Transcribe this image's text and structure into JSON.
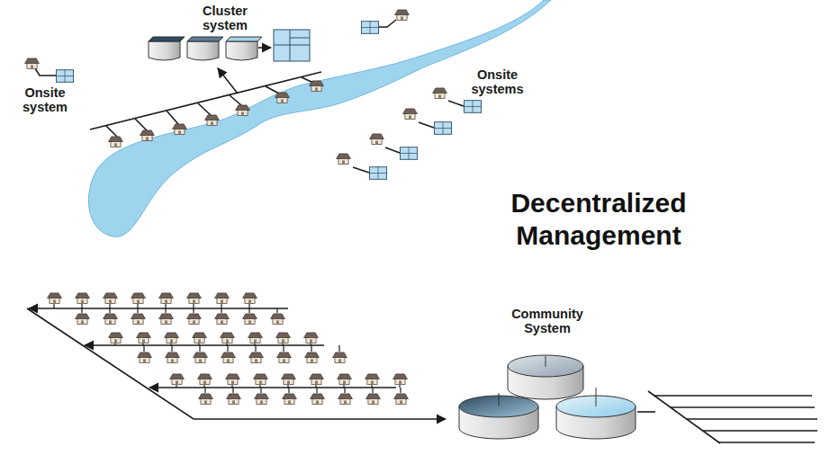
{
  "diagram": {
    "title": "Decentralized Management",
    "labels": [
      "Cluster system",
      "Onsite system",
      "Onsite systems",
      "Community System"
    ]
  }
}
